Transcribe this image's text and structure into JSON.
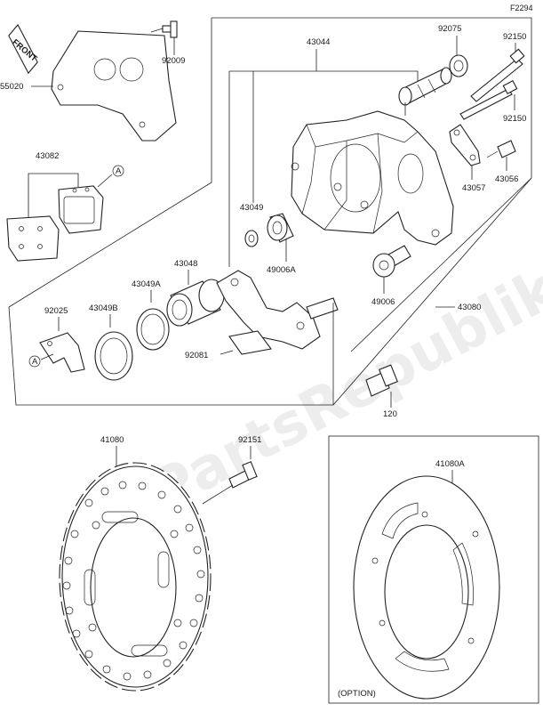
{
  "figure_id": "F2294",
  "watermark": "PartsRepublik",
  "front_badge": "FRONT",
  "option_label": "(OPTION)",
  "callouts": {
    "c55020": "55020",
    "c92009": "92009",
    "c43044": "43044",
    "c92075": "92075",
    "c92150a": "92150",
    "c92150b": "92150",
    "c43082": "43082",
    "cA1": "A",
    "c43049": "43049",
    "c49006A": "49006A",
    "c43057": "43057",
    "c43056": "43056",
    "c43048": "43048",
    "c43049A": "43049A",
    "c43049B": "43049B",
    "c92025": "92025",
    "cA2": "A",
    "c49006": "49006",
    "c43080": "43080",
    "c92081": "92081",
    "c120": "120",
    "c41080": "41080",
    "c92151": "92151",
    "c41080A": "41080A"
  }
}
